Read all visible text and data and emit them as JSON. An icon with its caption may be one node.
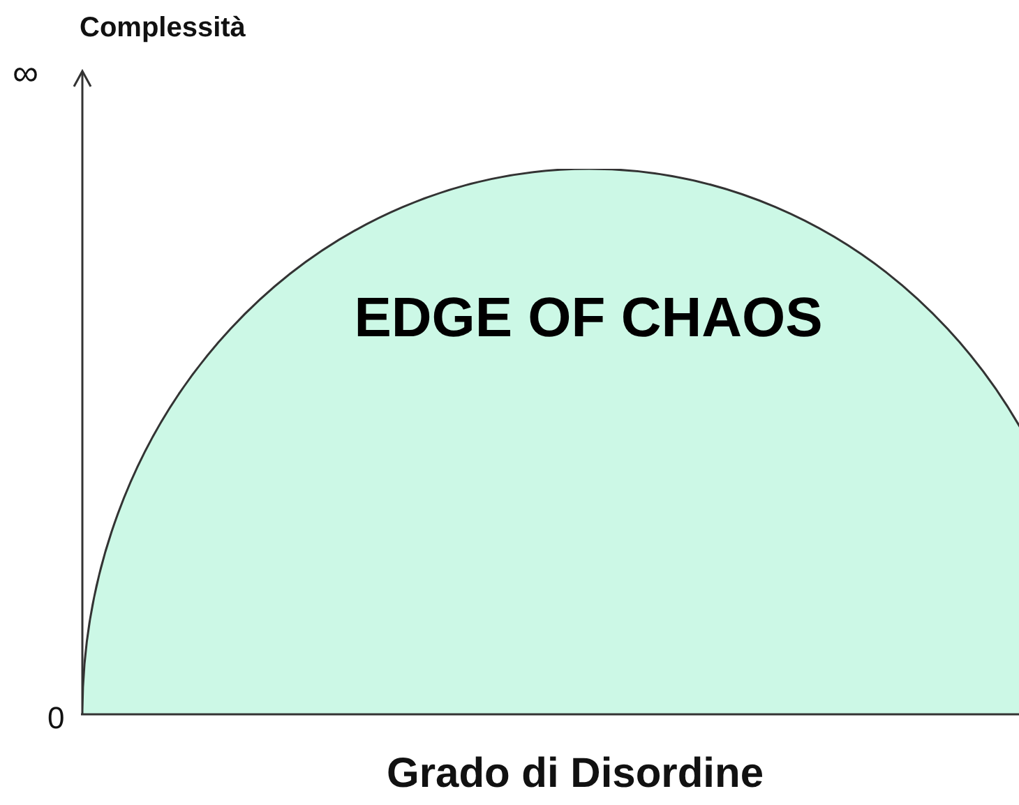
{
  "diagram": {
    "nodes": [
      {
        "text": [
          "EDGE OF CHAOS"
        ]
      }
    ],
    "edges": [],
    "labels": [
      "Complessità",
      "∞",
      "0",
      "Grado di Disordine"
    ]
  }
}
